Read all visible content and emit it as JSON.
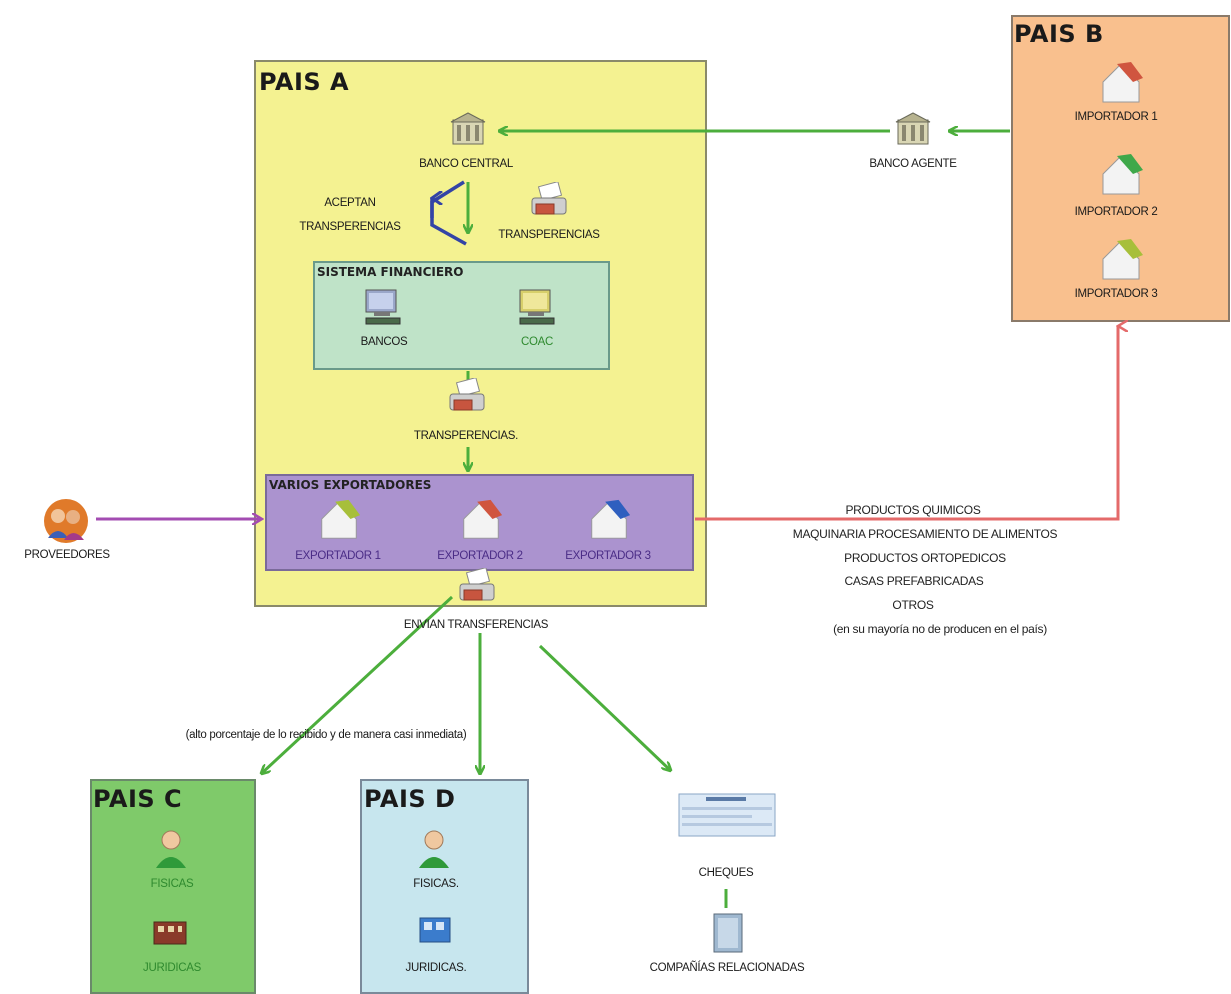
{
  "pais_a": {
    "title": "PAIS A",
    "banco_central": "BANCO CENTRAL",
    "aceptan_1": "ACEPTAN",
    "aceptan_2": "TRANSPERENCIAS",
    "transferencias_top": "TRANSPERENCIAS",
    "sistema_financiero": {
      "title": "SISTEMA FINANCIERO",
      "bancos": "BANCOS",
      "coac": "COAC"
    },
    "transferencias_mid": "TRANSPERENCIAS.",
    "exportadores": {
      "title": "VARIOS EXPORTADORES",
      "items": [
        "EXPORTADOR 1",
        "EXPORTADOR 2",
        "EXPORTADOR 3"
      ]
    }
  },
  "pais_b": {
    "title": "PAIS B",
    "items": [
      "IMPORTADOR 1",
      "IMPORTADOR 2",
      "IMPORTADOR 3"
    ]
  },
  "banco_agente": "BANCO AGENTE",
  "proveedores": "PROVEEDORES",
  "productos": [
    "PRODUCTOS QUIMICOS",
    "MAQUINARIA PROCESAMIENTO DE ALIMENTOS",
    "PRODUCTOS ORTOPEDICOS",
    "CASAS PREFABRICADAS",
    "OTROS",
    "(en su mayoría no de producen en el país)"
  ],
  "envian_transferencias": "ENVIAN TRANSFERENCIAS",
  "porcentaje_note": "(alto porcentaje de lo recibido y de manera casi inmediata)",
  "pais_c": {
    "title": "PAIS C",
    "fisicas": "FISICAS",
    "juridicas": "JURIDICAS"
  },
  "pais_d": {
    "title": "PAIS D",
    "fisicas": "FISICAS.",
    "juridicas": "JURIDICAS."
  },
  "cheques": "CHEQUES",
  "companias": "COMPAÑÍAS RELACIONADAS",
  "colors": {
    "pais_a_bg": "#f4f291",
    "pais_b_bg": "#f9c08e",
    "sistema_bg": "#bfe3c8",
    "exportadores_bg": "#ab93cf",
    "pais_c_bg": "#7fca6a",
    "pais_d_bg": "#c7e6ee",
    "green_arrow": "#4cae3c",
    "red_arrow": "#e46a6a",
    "purple_arrow": "#a34cb2",
    "blue_arrow": "#3344a6"
  }
}
